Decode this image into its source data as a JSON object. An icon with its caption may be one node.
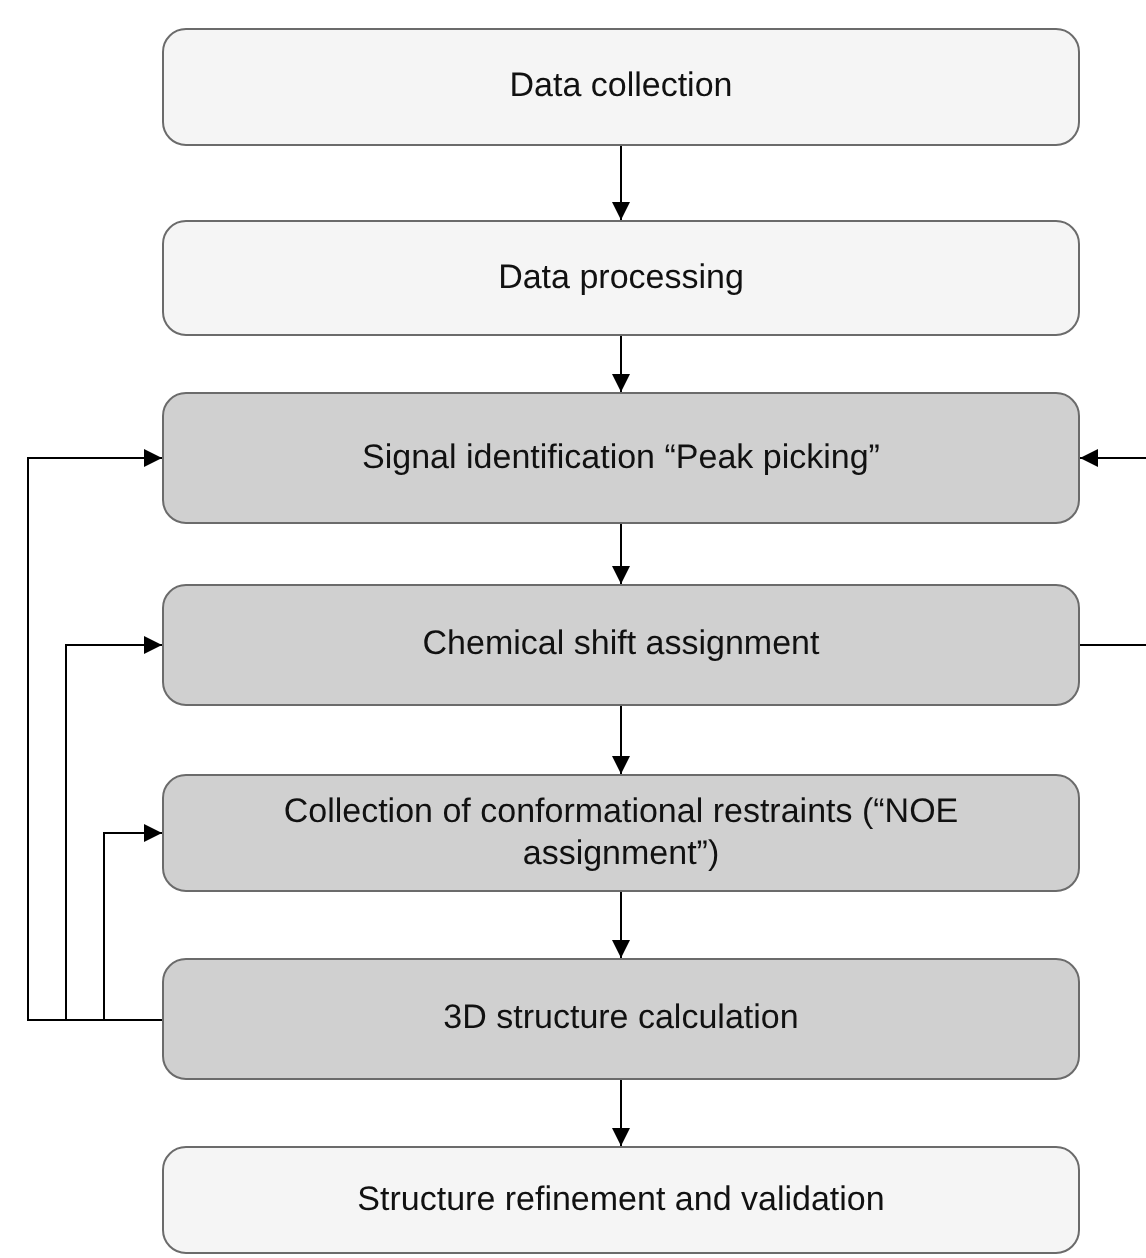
{
  "diagram": {
    "nodes": [
      {
        "text": [
          "Data collection"
        ]
      },
      {
        "text": [
          "Data processing"
        ]
      },
      {
        "text": [
          "Signal identification “Peak picking”"
        ]
      },
      {
        "text": [
          "Chemical shift assignment"
        ]
      },
      {
        "text": [
          "Collection of conformational restraints (“NOE assignment”)"
        ]
      },
      {
        "text": [
          "3D structure calculation"
        ]
      },
      {
        "text": [
          "Structure refinement and validation"
        ]
      }
    ],
    "edges": [
      {
        "from": 0,
        "to": 1,
        "arrow": "to"
      },
      {
        "from": 1,
        "to": 2,
        "arrow": "to"
      },
      {
        "from": 2,
        "to": 3,
        "arrow": "to"
      },
      {
        "from": 3,
        "to": 4,
        "arrow": "to"
      },
      {
        "from": 4,
        "to": 5,
        "arrow": "to"
      },
      {
        "from": 5,
        "to": 6,
        "arrow": "to"
      },
      {
        "from": 5,
        "to": 2,
        "arrow": "to"
      },
      {
        "from": 5,
        "to": 3,
        "arrow": "to"
      },
      {
        "from": 5,
        "to": 4,
        "arrow": "to"
      },
      {
        "from": 3,
        "to": null,
        "arrow": "none"
      },
      {
        "from": null,
        "to": 2,
        "arrow": "to"
      }
    ]
  }
}
